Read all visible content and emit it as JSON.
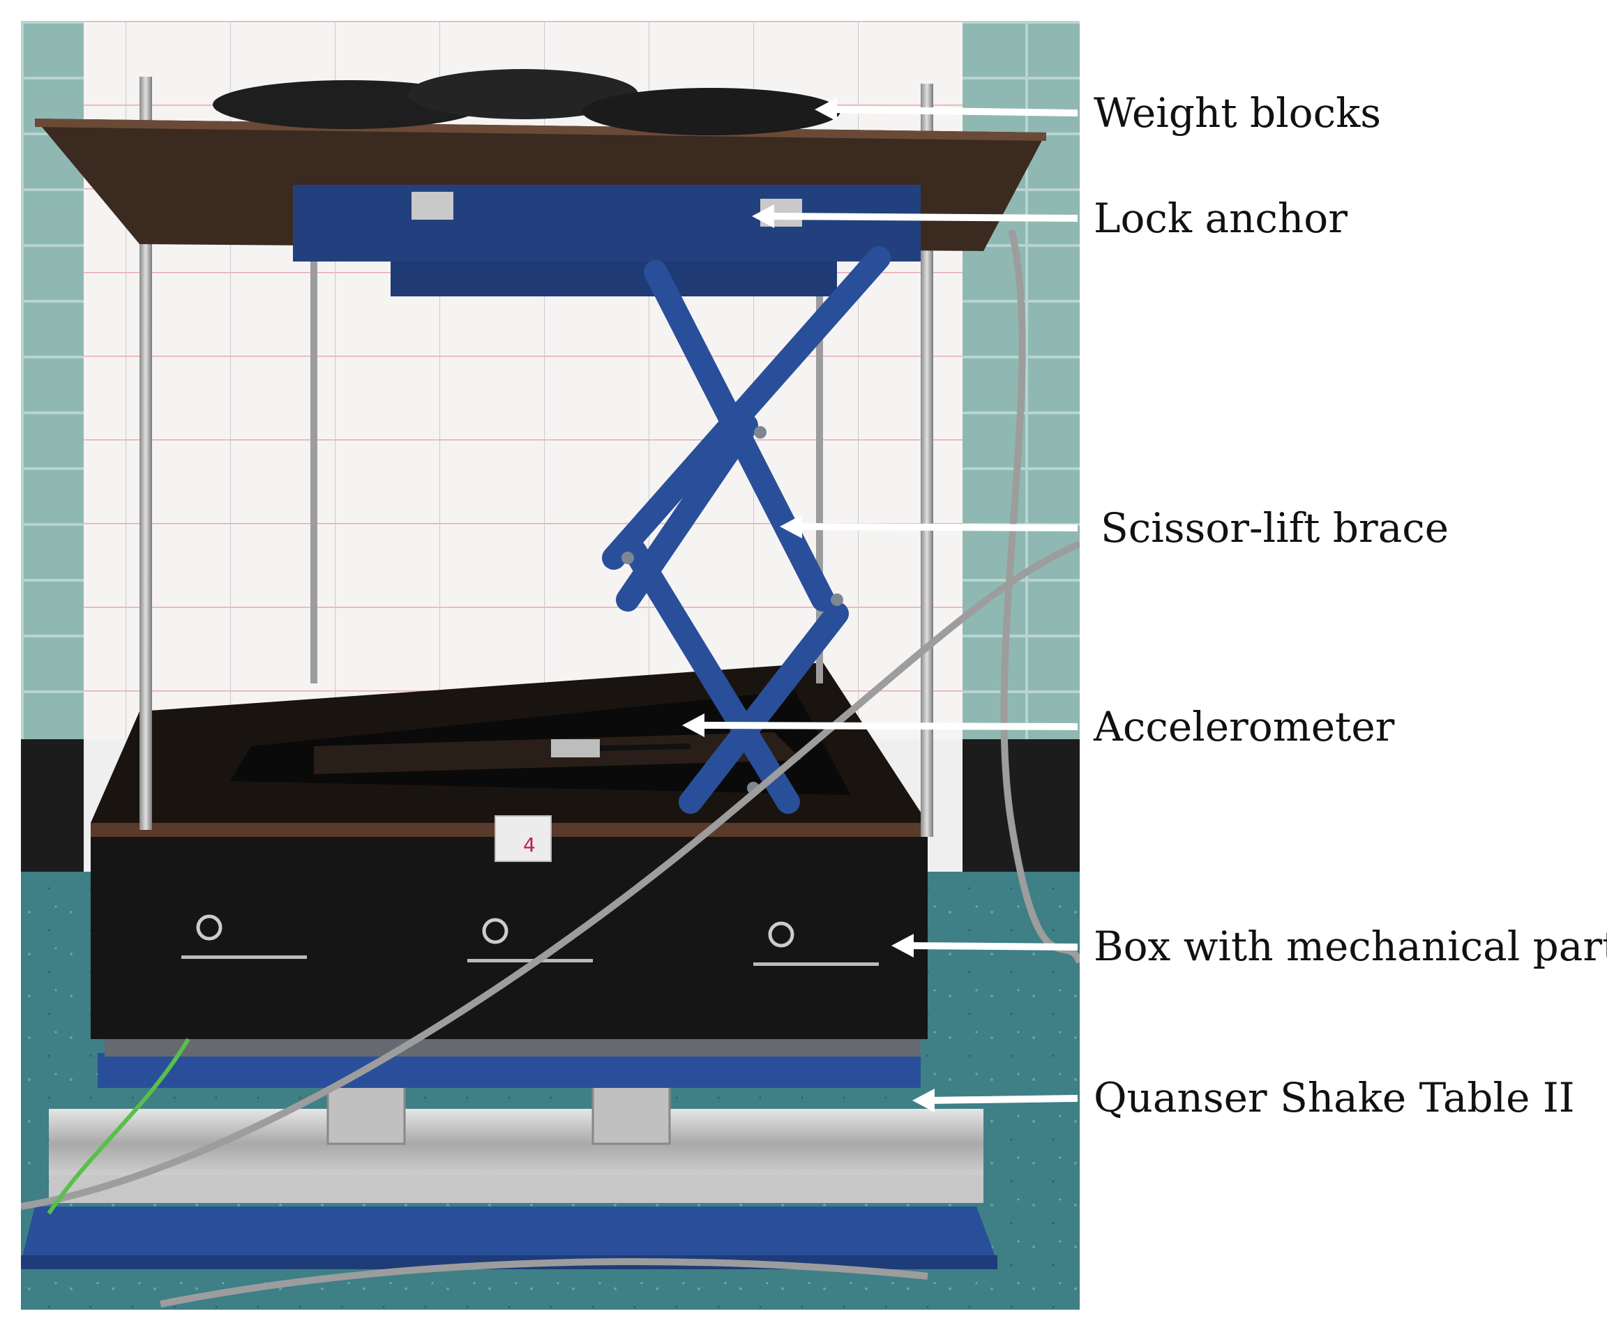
{
  "figure": {
    "labels": {
      "weight_blocks": "Weight blocks",
      "lock_anchor": "Lock anchor",
      "scissor_lift_brace": "Scissor-lift brace",
      "accelerometer": "Accelerometer",
      "box_mechanical": "Box with mechanical parts",
      "shake_table": "Quanser Shake Table II"
    },
    "box_tag": "4",
    "colors": {
      "frame_blue": "#2a4f9a",
      "wall_teal": "#8fb8b2",
      "floor_teal": "#3f7f86",
      "board": "#3a2a20",
      "box": "#151515",
      "arrow": "#ffffff"
    }
  }
}
